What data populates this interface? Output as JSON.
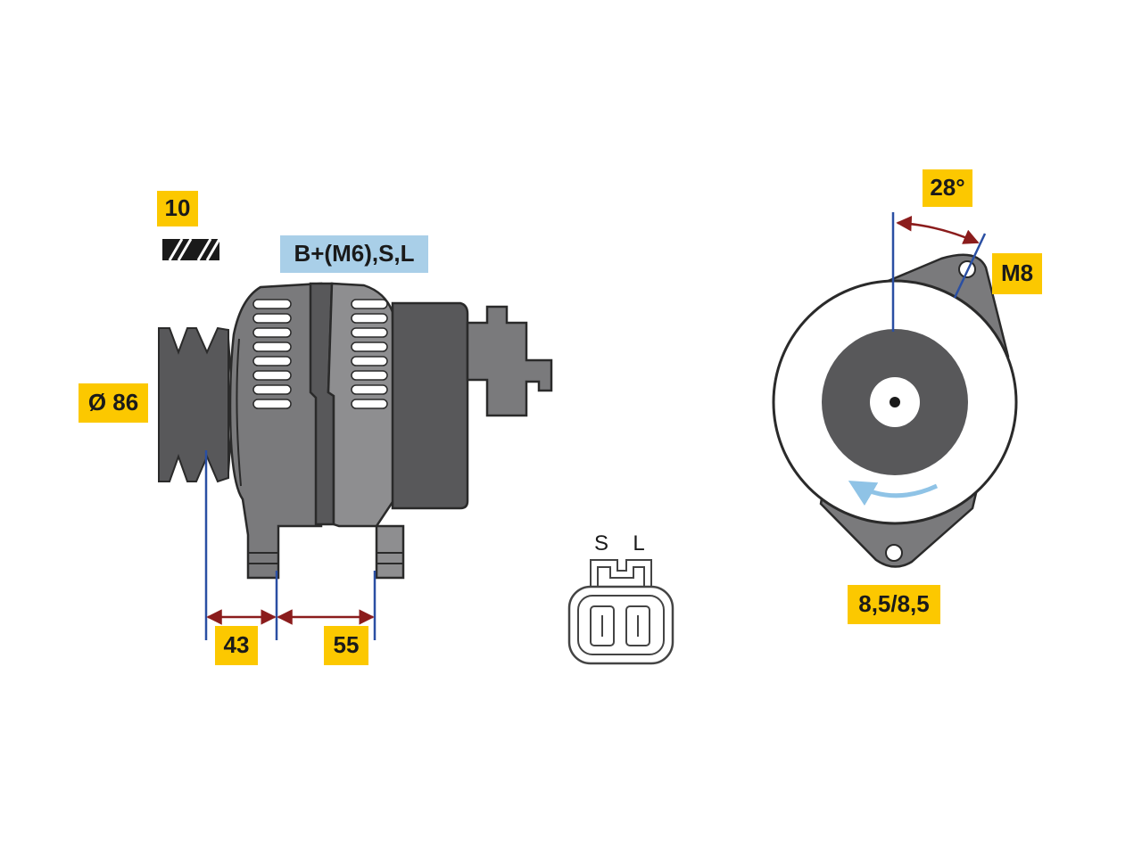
{
  "labels": {
    "ribs": "10",
    "terminals": "B+(M6),S,L",
    "pulley_diameter": "Ø 86",
    "dim_front": "43",
    "dim_rear": "55",
    "angle": "28°",
    "bolt": "M8",
    "mount_holes": "8,5/8,5",
    "plug_s": "S",
    "plug_l": "L"
  },
  "colors": {
    "label_yellow": "#fcc800",
    "label_blue": "#a9cfe8",
    "body_dark": "#58585a",
    "body_mid": "#7a7a7c",
    "body_light": "#9c9c9e",
    "dim_line_blue": "#2a4fa3",
    "dim_arrow_red": "#8b1c1c",
    "rotation_arrow": "#8fc3e6"
  },
  "icons": {
    "ribbed_belt": "hatched-rib-icon",
    "rotation": "rotation-arrow-icon"
  }
}
